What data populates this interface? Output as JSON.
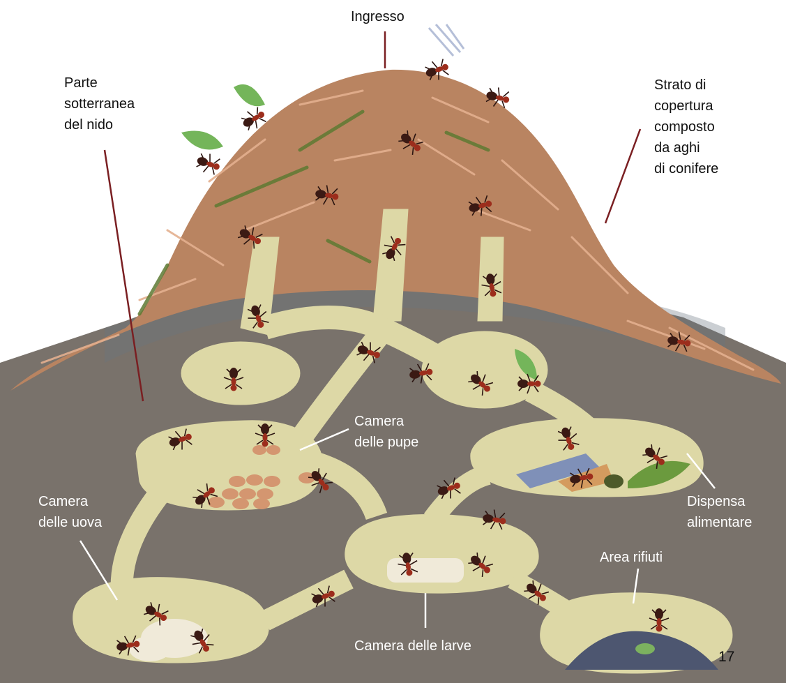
{
  "labels": {
    "ingresso": "Ingresso",
    "parte_sotterranea": [
      "Parte",
      "sotterranea",
      "del nido"
    ],
    "strato_copertura": [
      "Strato di",
      "copertura",
      "composto",
      "da aghi",
      "di conifere"
    ],
    "camera_pupe": [
      "Camera",
      "delle pupe"
    ],
    "camera_uova": [
      "Camera",
      "delle uova"
    ],
    "dispensa": [
      "Dispensa",
      "alimentare"
    ],
    "area_rifiuti": "Area rifiuti",
    "camera_larve": "Camera delle larve"
  },
  "page_number": "17",
  "colors": {
    "mound": "#b98461",
    "soil": "#79726b",
    "tunnel": "#ddd8a6",
    "ant_body": "#9c2d1c",
    "ant_head": "#3b1a14",
    "leader_line_dark": "#7a1f22",
    "pupae": "#d49670",
    "eggs": "#f0ead9",
    "waste": "#4d5670"
  },
  "icons": [
    "ant-icon",
    "leaf-icon",
    "needle-icon"
  ]
}
